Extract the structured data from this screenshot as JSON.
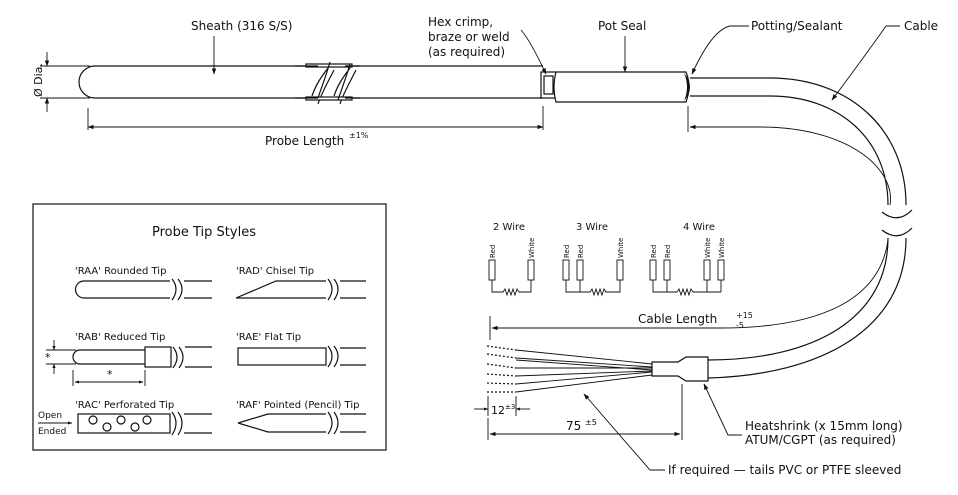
{
  "labels": {
    "sheath": "Sheath (316 S/S)",
    "hex_crimp": [
      "Hex crimp,",
      "braze or weld",
      "(as required)"
    ],
    "pot_seal": "Pot Seal",
    "potting": "Potting/Sealant",
    "cable": "Cable",
    "dia": "Ø Dia.",
    "probe_length": "Probe Length",
    "probe_length_tol": "±1%",
    "cable_length": "Cable Length",
    "cable_length_tol_plus": "+15",
    "cable_length_tol_minus": "-5",
    "tail_len": "12",
    "tail_len_tol": "±3",
    "heatshrink_len": "75",
    "heatshrink_len_tol": "±5",
    "heatshrink": [
      "Heatshrink (x 15mm long)",
      "ATUM/CGPT (as required)"
    ],
    "tails_note": "If required — tails PVC or PTFE sleeved"
  },
  "wiring": {
    "two_wire": "2 Wire",
    "three_wire": "3 Wire",
    "four_wire": "4 Wire",
    "red": "Red",
    "white": "White"
  },
  "tip_styles": {
    "title": "Probe Tip Styles",
    "raa": "'RAA' Rounded Tip",
    "rad": "'RAD' Chisel Tip",
    "rab": "'RAB' Reduced Tip",
    "rae": "'RAE' Flat Tip",
    "rac": "'RAC' Perforated Tip",
    "raf": "'RAF' Pointed (Pencil) Tip",
    "star": "*",
    "open": "Open",
    "ended": "Ended"
  }
}
